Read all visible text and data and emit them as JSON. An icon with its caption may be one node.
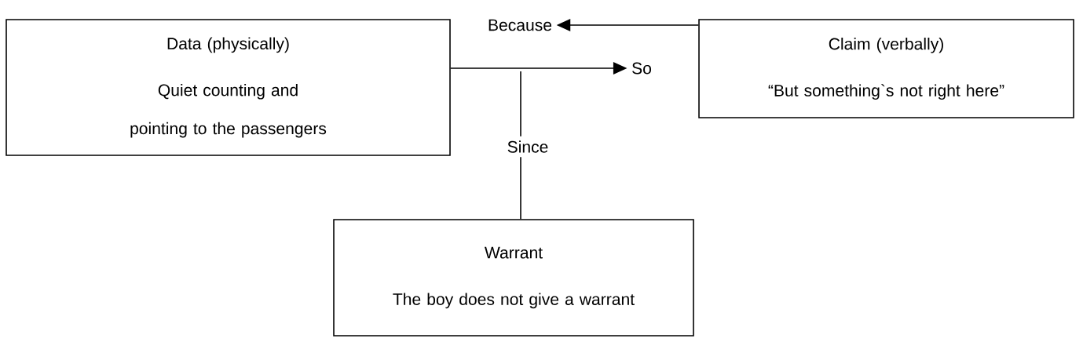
{
  "diagram": {
    "nodes": [
      {
        "text": [
          "Data (physically)",
          "Quiet counting and pointing to the passengers"
        ]
      },
      {
        "text": [
          "Claim (verbally)",
          "“But something`s not right here”"
        ]
      },
      {
        "text": [
          "Warrant",
          "The boy does not give a warrant"
        ]
      },
      {
        "text": [
          "So"
        ]
      },
      {
        "text": [
          "Because"
        ]
      },
      {
        "text": [
          "Since"
        ]
      }
    ],
    "edges": [
      {
        "from": 0,
        "to": 3,
        "arrow": "to"
      },
      {
        "from": 1,
        "to": 4,
        "arrow": "to"
      },
      {
        "from": null,
        "to": 5,
        "arrow": "none"
      },
      {
        "from": 5,
        "to": 2,
        "arrow": "none"
      }
    ]
  }
}
